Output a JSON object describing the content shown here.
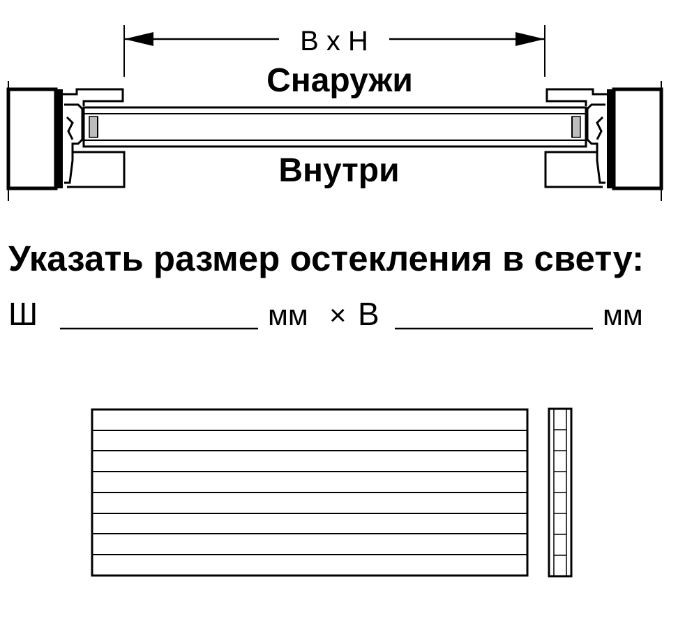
{
  "diagram": {
    "dimension_label": "B x H",
    "outside_label": "Снаружи",
    "inside_label": "Внутри"
  },
  "form": {
    "heading": "Указать размер остекления в свету:",
    "width_prefix": "Ш",
    "unit_1": "мм",
    "times": "×",
    "height_prefix": "В",
    "unit_2": "мм"
  }
}
